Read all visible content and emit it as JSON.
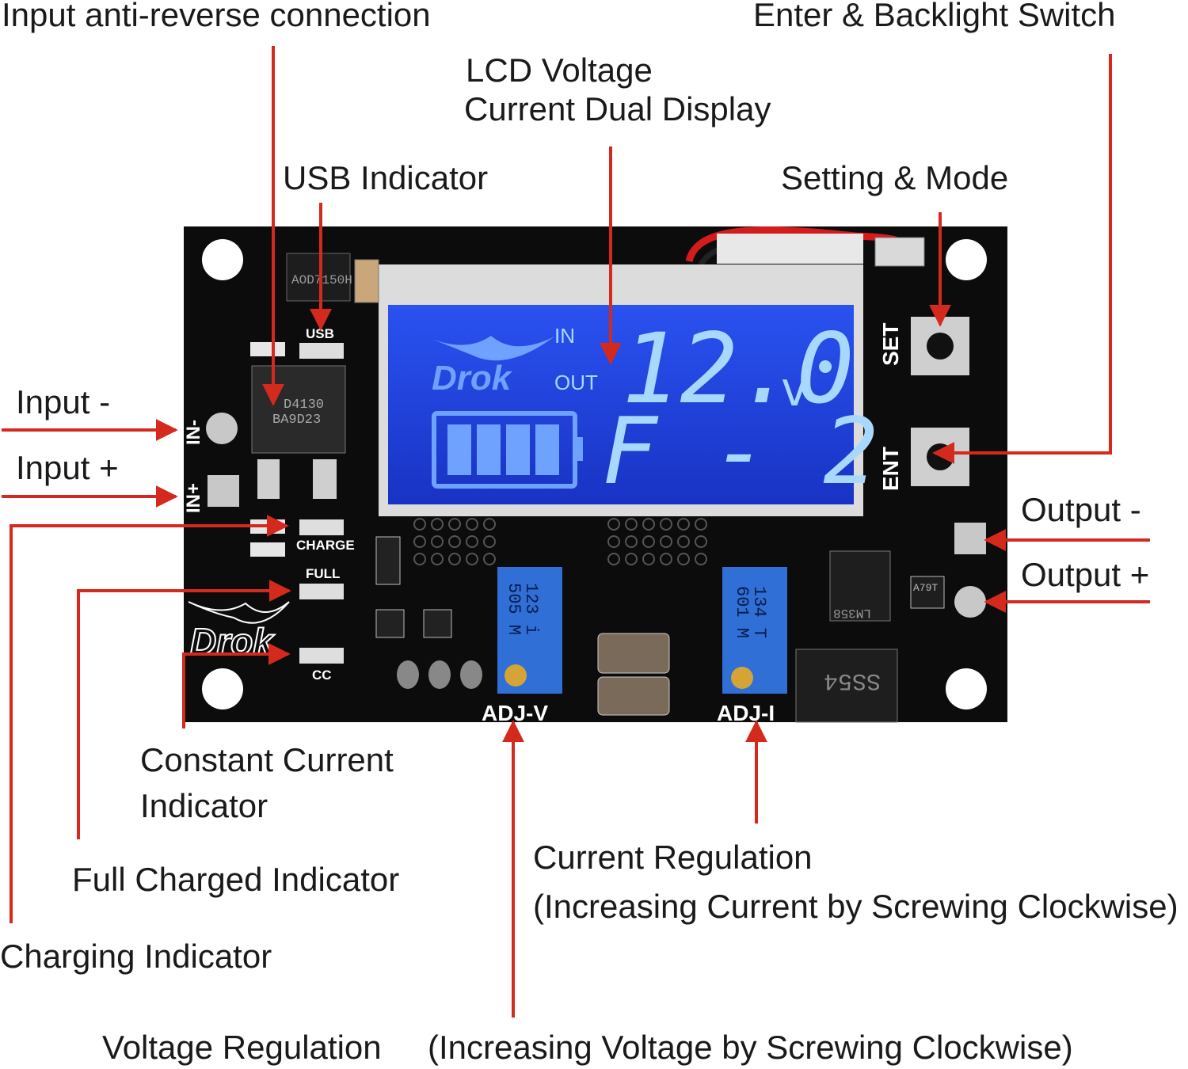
{
  "callouts": {
    "input_anti_reverse": "Input anti-reverse connection",
    "enter_backlight": "Enter & Backlight Switch",
    "lcd_line1": "LCD Voltage",
    "lcd_line2": "Current Dual Display",
    "usb_indicator": "USB Indicator",
    "setting_mode": "Setting & Mode",
    "input_minus": "Input -",
    "input_plus": "Input +",
    "output_minus": "Output -",
    "output_plus": "Output +",
    "constant_current_line1": "Constant Current",
    "constant_current_line2": "Indicator",
    "full_charged": "Full Charged Indicator",
    "charging": "Charging Indicator",
    "current_reg_line1": "Current Regulation",
    "current_reg_line2": "(Increasing Current by Screwing Clockwise)",
    "voltage_reg": "Voltage Regulation",
    "voltage_reg_note": "(Increasing Voltage by Screwing Clockwise)"
  },
  "board": {
    "silk": {
      "usb": "USB",
      "charge": "CHARGE",
      "full": "FULL",
      "cc": "CC",
      "in_minus": "IN-",
      "in_plus": "IN+",
      "set": "SET",
      "ent": "ENT",
      "adj_v": "ADJ-V",
      "adj_i": "ADJ-I",
      "brand": "Drok"
    },
    "chips": {
      "regulator_top": "AOD7150H",
      "mosfet_line1": "D4130",
      "mosfet_line2": "BA9D23",
      "opamp": "LM358",
      "diode": "SS54",
      "transistor": "A79T",
      "pot_v_line1": "123 i",
      "pot_v_line2": "505 M",
      "pot_i_line1": "134 T",
      "pot_i_line2": "601 M"
    },
    "lcd": {
      "brand": "Drok",
      "in": "IN",
      "out": "OUT",
      "value": "12.0",
      "unit": "v",
      "mode": "F - 2"
    }
  },
  "colors": {
    "pcb": "#0c0c0c",
    "lcd_blue": "#1d3fd8",
    "segment": "#a9d8ff",
    "callout_line": "#d42a1e"
  }
}
